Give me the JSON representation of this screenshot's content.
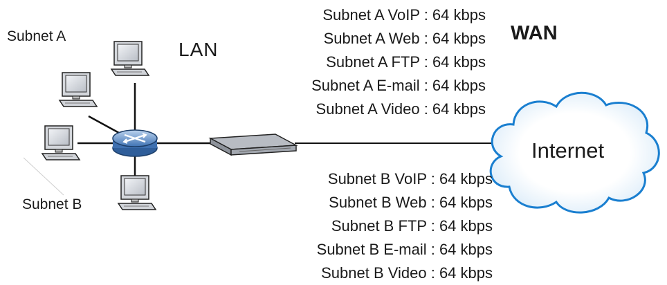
{
  "labels": {
    "subnet_a": "Subnet A",
    "subnet_b": "Subnet B",
    "lan": "LAN",
    "wan": "WAN",
    "internet": "Internet"
  },
  "subnet_a_policies": [
    "Subnet A VoIP : 64 kbps",
    "Subnet A Web : 64 kbps",
    "Subnet A FTP : 64 kbps",
    "Subnet A E-mail : 64 kbps",
    "Subnet A Video : 64 kbps"
  ],
  "subnet_b_policies": [
    "Subnet B VoIP : 64 kbps",
    "Subnet B Web : 64 kbps",
    "Subnet B FTP : 64 kbps",
    "Subnet B E-mail : 64 kbps",
    "Subnet B Video : 64 kbps"
  ],
  "colors": {
    "cloud_outline": "#1a7fd0",
    "router_blue": "#4f86c6",
    "device_gray": "#c9ccd1",
    "line": "#111111"
  },
  "icons": [
    "computer-icon",
    "router-icon",
    "firewall-device-icon",
    "cloud-icon"
  ]
}
